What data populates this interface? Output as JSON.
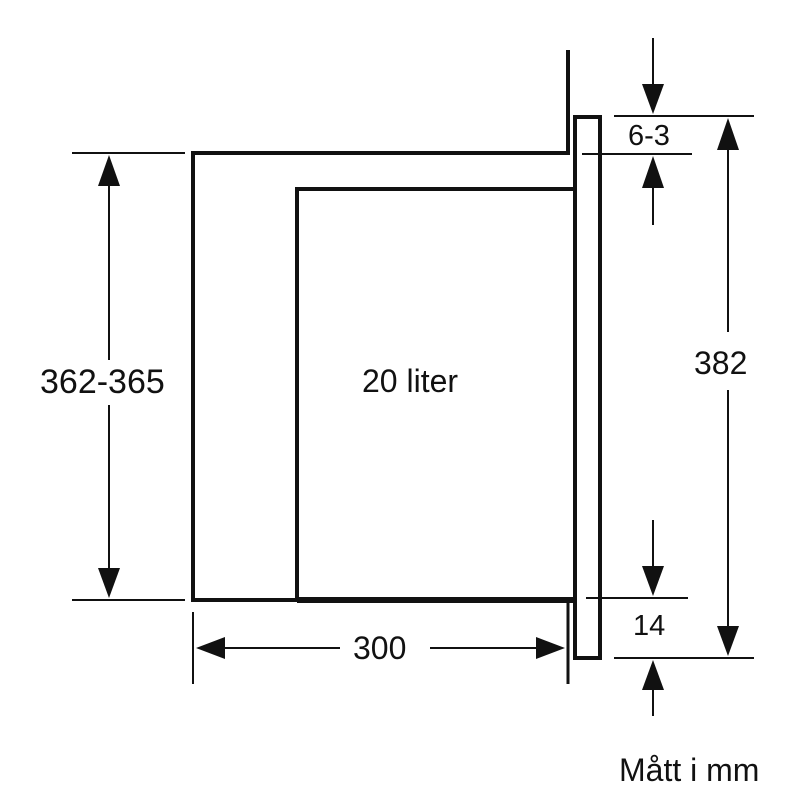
{
  "diagram": {
    "type": "installation-dimension-drawing",
    "unit_note": "Mått i mm",
    "volume_label": "20 liter",
    "dimensions": {
      "niche_height": "362-365",
      "depth": "300",
      "front_height": "382",
      "top_offset": "6-3",
      "bottom_offset": "14"
    },
    "colors": {
      "line": "#111111",
      "background": "#ffffff"
    }
  }
}
